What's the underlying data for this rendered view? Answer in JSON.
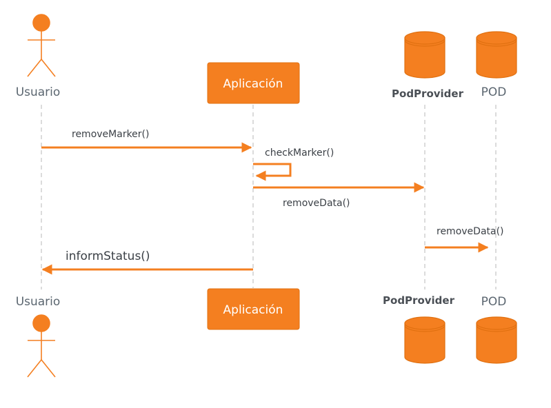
{
  "participants": {
    "usuario": "Usuario",
    "aplicacion": "Aplicación",
    "podprovider": "PodProvider",
    "pod": "POD"
  },
  "messages": {
    "remove_marker": "removeMarker()",
    "check_marker": "checkMarker()",
    "remove_data_1": "removeData()",
    "remove_data_2": "removeData()",
    "inform_status": "informStatus()"
  },
  "colors": {
    "accent": "#f47f20",
    "lifeline": "#cfcfcf",
    "label": "#5b6670"
  }
}
